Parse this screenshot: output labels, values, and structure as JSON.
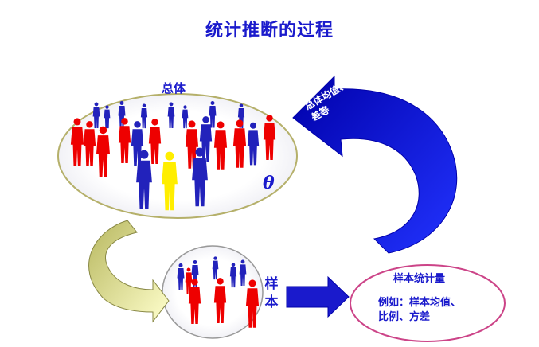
{
  "title": "统计推断的过程",
  "population": {
    "label": "总体",
    "param_symbol": "θ"
  },
  "sample": {
    "label": "样\n本"
  },
  "statistic": {
    "title": "样本统计量",
    "example": "例如：样本均值、比例、方差"
  },
  "feedback_arrow": {
    "text": "总体均值、比例、方差等"
  },
  "colors": {
    "title": "#1a1acc",
    "red_figure": "#ee0000",
    "blue_figure": "#2222bb",
    "yellow_figure": "#ffee00",
    "ellipse_border_olive": "#b5b06a",
    "ellipse_border_pink": "#cc4488",
    "arrow_blue": "#0000dd",
    "arrow_olive": "#cccc66"
  }
}
